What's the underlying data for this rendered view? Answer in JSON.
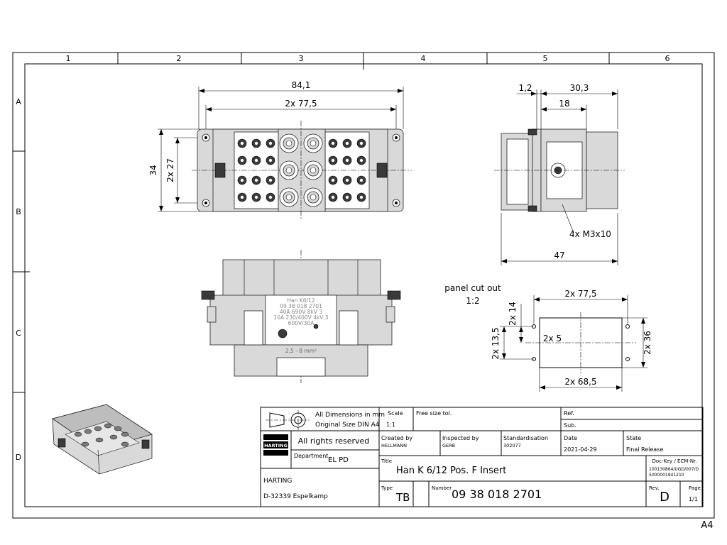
{
  "frame": {
    "columns": [
      "1",
      "2",
      "3",
      "4",
      "5",
      "6"
    ],
    "rows": [
      "A",
      "B",
      "C",
      "D"
    ],
    "format_mark": "A4"
  },
  "front_view": {
    "dim_overall_width": "84,1",
    "dim_hole_spacing": "2x 77,5",
    "dim_height": "34",
    "dim_hole_height": "2x 27"
  },
  "side_view": {
    "dim_flange": "1,2",
    "dim_depth": "30,3",
    "dim_inner": "18",
    "dim_total": "47",
    "screw_label": "4x M3x10"
  },
  "bottom_view": {
    "label_lines": [
      "Han K6/12",
      "09 38 018 2701",
      "40A 690V 8kV 3",
      "10A 230/400V 4kV 3",
      "600V/30A"
    ],
    "wire_range": "2,5 - 8 mm²"
  },
  "panel_cutout": {
    "title": "panel cut out",
    "scale": "1:2",
    "dim_top": "2x 77,5",
    "dim_bottom": "2x 68,5",
    "dim_left_upper": "2x 14",
    "dim_left_lower": "2x 13,5",
    "dim_right": "2x 36",
    "dim_center": "2x 5"
  },
  "title_block": {
    "dimensions_note_1": "All Dimensions in mm",
    "dimensions_note_2": "Original Size DIN A4",
    "rights": "All rights reserved",
    "logo_text": "HARTING",
    "department_label": "Department",
    "department": "EL PD",
    "company": "HARTING",
    "address": "D-32339 Espelkamp",
    "scale_label": "Scale",
    "scale": "1:1",
    "tolerance": "Free size tol.",
    "ref_label": "Ref.",
    "sub_label": "Sub.",
    "created_label": "Created by",
    "created_by": "HELLMANN",
    "inspected_label": "Inspected by",
    "inspected_by": "GERB",
    "standard_label": "Standardisation",
    "standard": "302077",
    "date_label": "Date",
    "date": "2021-04-29",
    "state_label": "State",
    "state": "Final Release",
    "title_label": "Title",
    "title": "Han K 6/12 Pos. F Insert",
    "dockey_label": "Doc-Key / ECM-Nr.",
    "dockey_1": "100130864/UGD/007/D",
    "dockey_2": "5000001941210",
    "type_label": "Type",
    "type": "TB",
    "number_label": "Number",
    "number": "09 38 018 2701",
    "rev_label": "Rev.",
    "rev": "D",
    "page_label": "Page",
    "page": "1/1"
  }
}
